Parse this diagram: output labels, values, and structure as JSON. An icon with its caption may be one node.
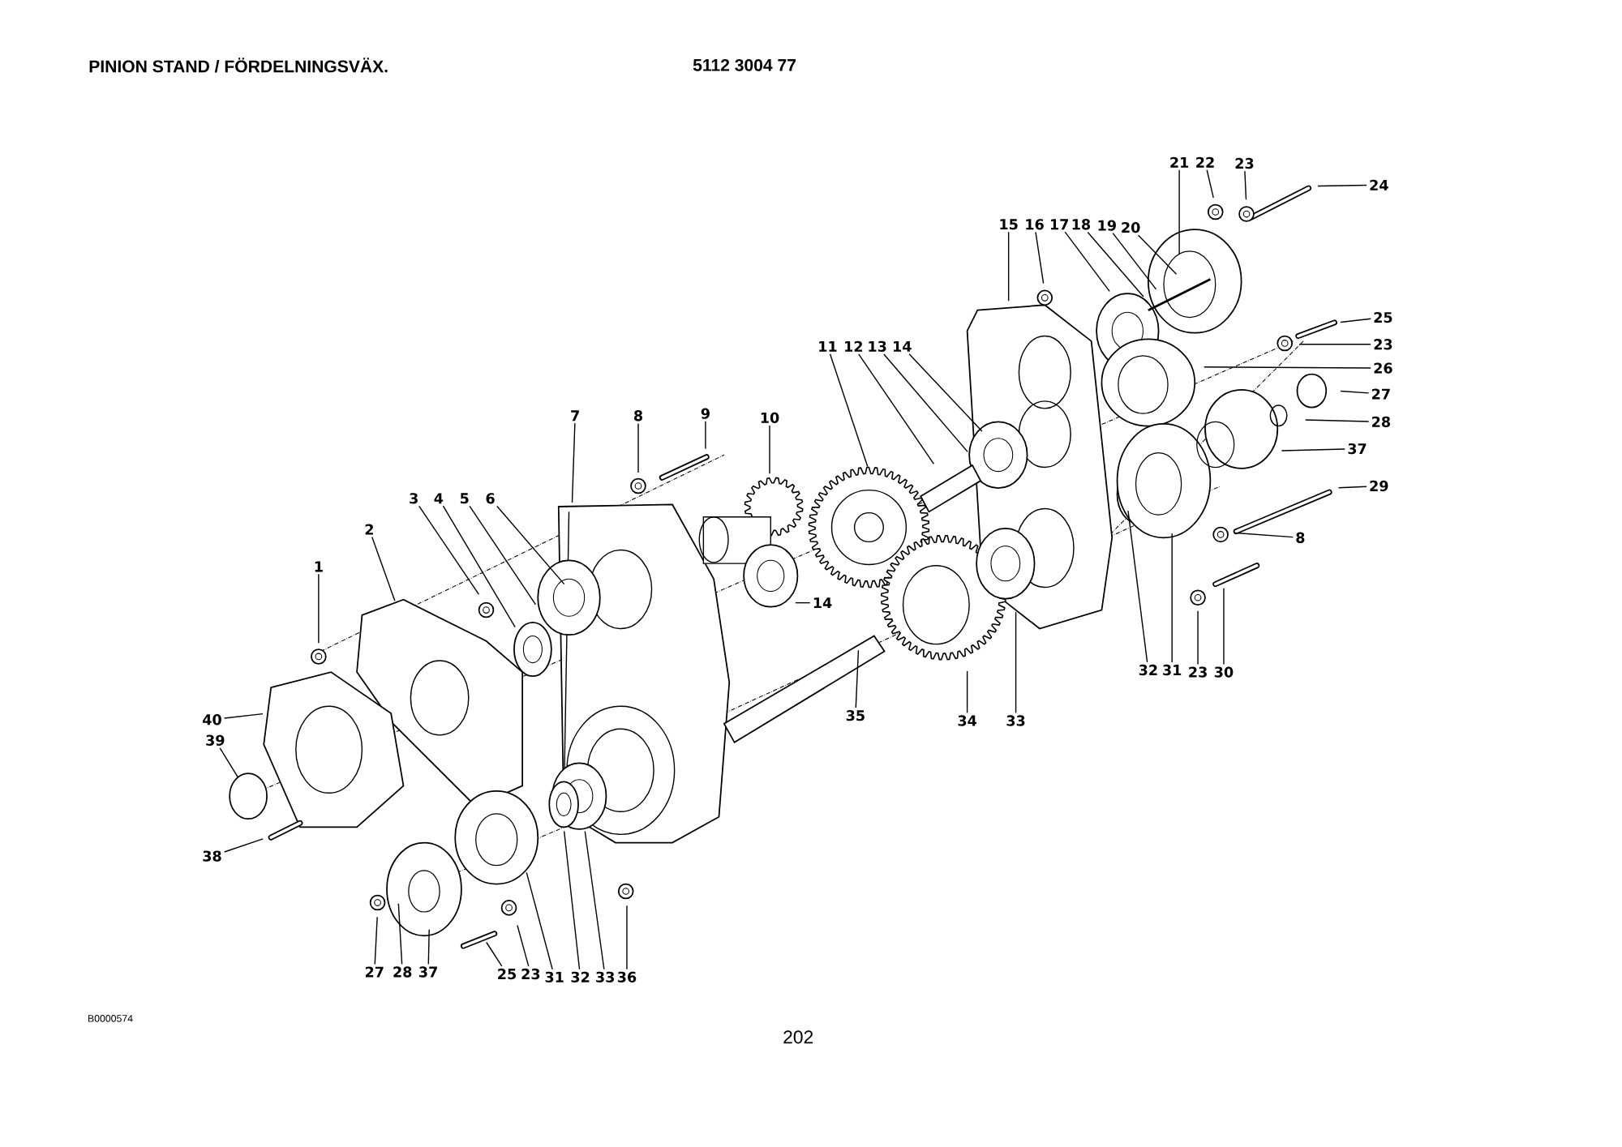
{
  "diagram": {
    "title": "PINION STAND / FÖRDELNINGSVÄX.",
    "nodes": [
      {
        "text": [
          "21"
        ]
      },
      {
        "text": [
          "22"
        ]
      },
      {
        "text": [
          "23"
        ]
      },
      {
        "text": [
          "24"
        ]
      },
      {
        "text": [
          "15"
        ]
      },
      {
        "text": [
          "16"
        ]
      },
      {
        "text": [
          "17"
        ]
      },
      {
        "text": [
          "18"
        ]
      },
      {
        "text": [
          "19"
        ]
      },
      {
        "text": [
          "20"
        ]
      },
      {
        "text": [
          "25"
        ]
      },
      {
        "text": [
          "23"
        ]
      },
      {
        "text": [
          "11"
        ]
      },
      {
        "text": [
          "12"
        ]
      },
      {
        "text": [
          "13"
        ]
      },
      {
        "text": [
          "14"
        ]
      },
      {
        "text": [
          "26"
        ]
      },
      {
        "text": [
          "27"
        ]
      },
      {
        "text": [
          "28"
        ]
      },
      {
        "text": [
          "7"
        ]
      },
      {
        "text": [
          "8"
        ]
      },
      {
        "text": [
          "9"
        ]
      },
      {
        "text": [
          "10"
        ]
      },
      {
        "text": [
          "37"
        ]
      },
      {
        "text": [
          "29"
        ]
      },
      {
        "text": [
          "3"
        ]
      },
      {
        "text": [
          "4"
        ]
      },
      {
        "text": [
          "5"
        ]
      },
      {
        "text": [
          "6"
        ]
      },
      {
        "text": [
          "2"
        ]
      },
      {
        "text": [
          "8"
        ]
      },
      {
        "text": [
          "1"
        ]
      },
      {
        "text": [
          "14"
        ]
      },
      {
        "text": [
          "32"
        ]
      },
      {
        "text": [
          "31"
        ]
      },
      {
        "text": [
          "23"
        ]
      },
      {
        "text": [
          "30"
        ]
      },
      {
        "text": [
          "35"
        ]
      },
      {
        "text": [
          "34"
        ]
      },
      {
        "text": [
          "33"
        ]
      },
      {
        "text": [
          "40"
        ]
      },
      {
        "text": [
          "39"
        ]
      },
      {
        "text": [
          "38"
        ]
      },
      {
        "text": [
          "27"
        ]
      },
      {
        "text": [
          "28"
        ]
      },
      {
        "text": [
          "37"
        ]
      },
      {
        "text": [
          "25"
        ]
      },
      {
        "text": [
          "23"
        ]
      },
      {
        "text": [
          "31"
        ]
      },
      {
        "text": [
          "32"
        ]
      },
      {
        "text": [
          "33"
        ]
      },
      {
        "text": [
          "36"
        ]
      }
    ],
    "edges": [
      {
        "from": 0,
        "to": null,
        "arrow": "none"
      },
      {
        "from": 1,
        "to": null,
        "arrow": "none"
      },
      {
        "from": 2,
        "to": null,
        "arrow": "none"
      },
      {
        "from": 3,
        "to": null,
        "arrow": "none"
      },
      {
        "from": 4,
        "to": null,
        "arrow": "none"
      },
      {
        "from": 5,
        "to": null,
        "arrow": "none"
      },
      {
        "from": 6,
        "to": null,
        "arrow": "none"
      },
      {
        "from": 7,
        "to": null,
        "arrow": "none"
      },
      {
        "from": 8,
        "to": null,
        "arrow": "none"
      },
      {
        "from": 9,
        "to": null,
        "arrow": "none"
      },
      {
        "from": 10,
        "to": null,
        "arrow": "none"
      },
      {
        "from": 11,
        "to": null,
        "arrow": "none"
      },
      {
        "from": 12,
        "to": null,
        "arrow": "none"
      },
      {
        "from": 13,
        "to": null,
        "arrow": "none"
      },
      {
        "from": 14,
        "to": null,
        "arrow": "none"
      },
      {
        "from": 15,
        "to": null,
        "arrow": "none"
      },
      {
        "from": 16,
        "to": null,
        "arrow": "none"
      },
      {
        "from": 17,
        "to": null,
        "arrow": "none"
      },
      {
        "from": 18,
        "to": null,
        "arrow": "none"
      },
      {
        "from": 19,
        "to": null,
        "arrow": "none"
      },
      {
        "from": 20,
        "to": null,
        "arrow": "none"
      },
      {
        "from": 21,
        "to": null,
        "arrow": "none"
      },
      {
        "from": 22,
        "to": null,
        "arrow": "none"
      },
      {
        "from": 23,
        "to": null,
        "arrow": "none"
      },
      {
        "from": 24,
        "to": null,
        "arrow": "none"
      },
      {
        "from": 25,
        "to": null,
        "arrow": "none"
      },
      {
        "from": 26,
        "to": null,
        "arrow": "none"
      },
      {
        "from": 27,
        "to": null,
        "arrow": "none"
      },
      {
        "from": 28,
        "to": null,
        "arrow": "none"
      },
      {
        "from": 29,
        "to": null,
        "arrow": "none"
      },
      {
        "from": 30,
        "to": null,
        "arrow": "none"
      },
      {
        "from": 31,
        "to": null,
        "arrow": "none"
      },
      {
        "from": 32,
        "to": null,
        "arrow": "none"
      },
      {
        "from": 33,
        "to": null,
        "arrow": "none"
      },
      {
        "from": 34,
        "to": null,
        "arrow": "none"
      },
      {
        "from": 35,
        "to": null,
        "arrow": "none"
      },
      {
        "from": 36,
        "to": null,
        "arrow": "none"
      },
      {
        "from": 37,
        "to": null,
        "arrow": "none"
      },
      {
        "from": 38,
        "to": null,
        "arrow": "none"
      },
      {
        "from": 39,
        "to": null,
        "arrow": "none"
      },
      {
        "from": 40,
        "to": null,
        "arrow": "none"
      },
      {
        "from": 41,
        "to": null,
        "arrow": "none"
      },
      {
        "from": 42,
        "to": null,
        "arrow": "none"
      },
      {
        "from": 43,
        "to": null,
        "arrow": "none"
      },
      {
        "from": 44,
        "to": null,
        "arrow": "none"
      },
      {
        "from": 45,
        "to": null,
        "arrow": "none"
      },
      {
        "from": 46,
        "to": null,
        "arrow": "none"
      },
      {
        "from": 47,
        "to": null,
        "arrow": "none"
      },
      {
        "from": 48,
        "to": null,
        "arrow": "none"
      },
      {
        "from": 49,
        "to": null,
        "arrow": "none"
      },
      {
        "from": 50,
        "to": null,
        "arrow": "none"
      },
      {
        "from": 51,
        "to": null,
        "arrow": "none"
      }
    ],
    "labels": [
      "5112 3004 77",
      "B0000574",
      "202"
    ]
  }
}
